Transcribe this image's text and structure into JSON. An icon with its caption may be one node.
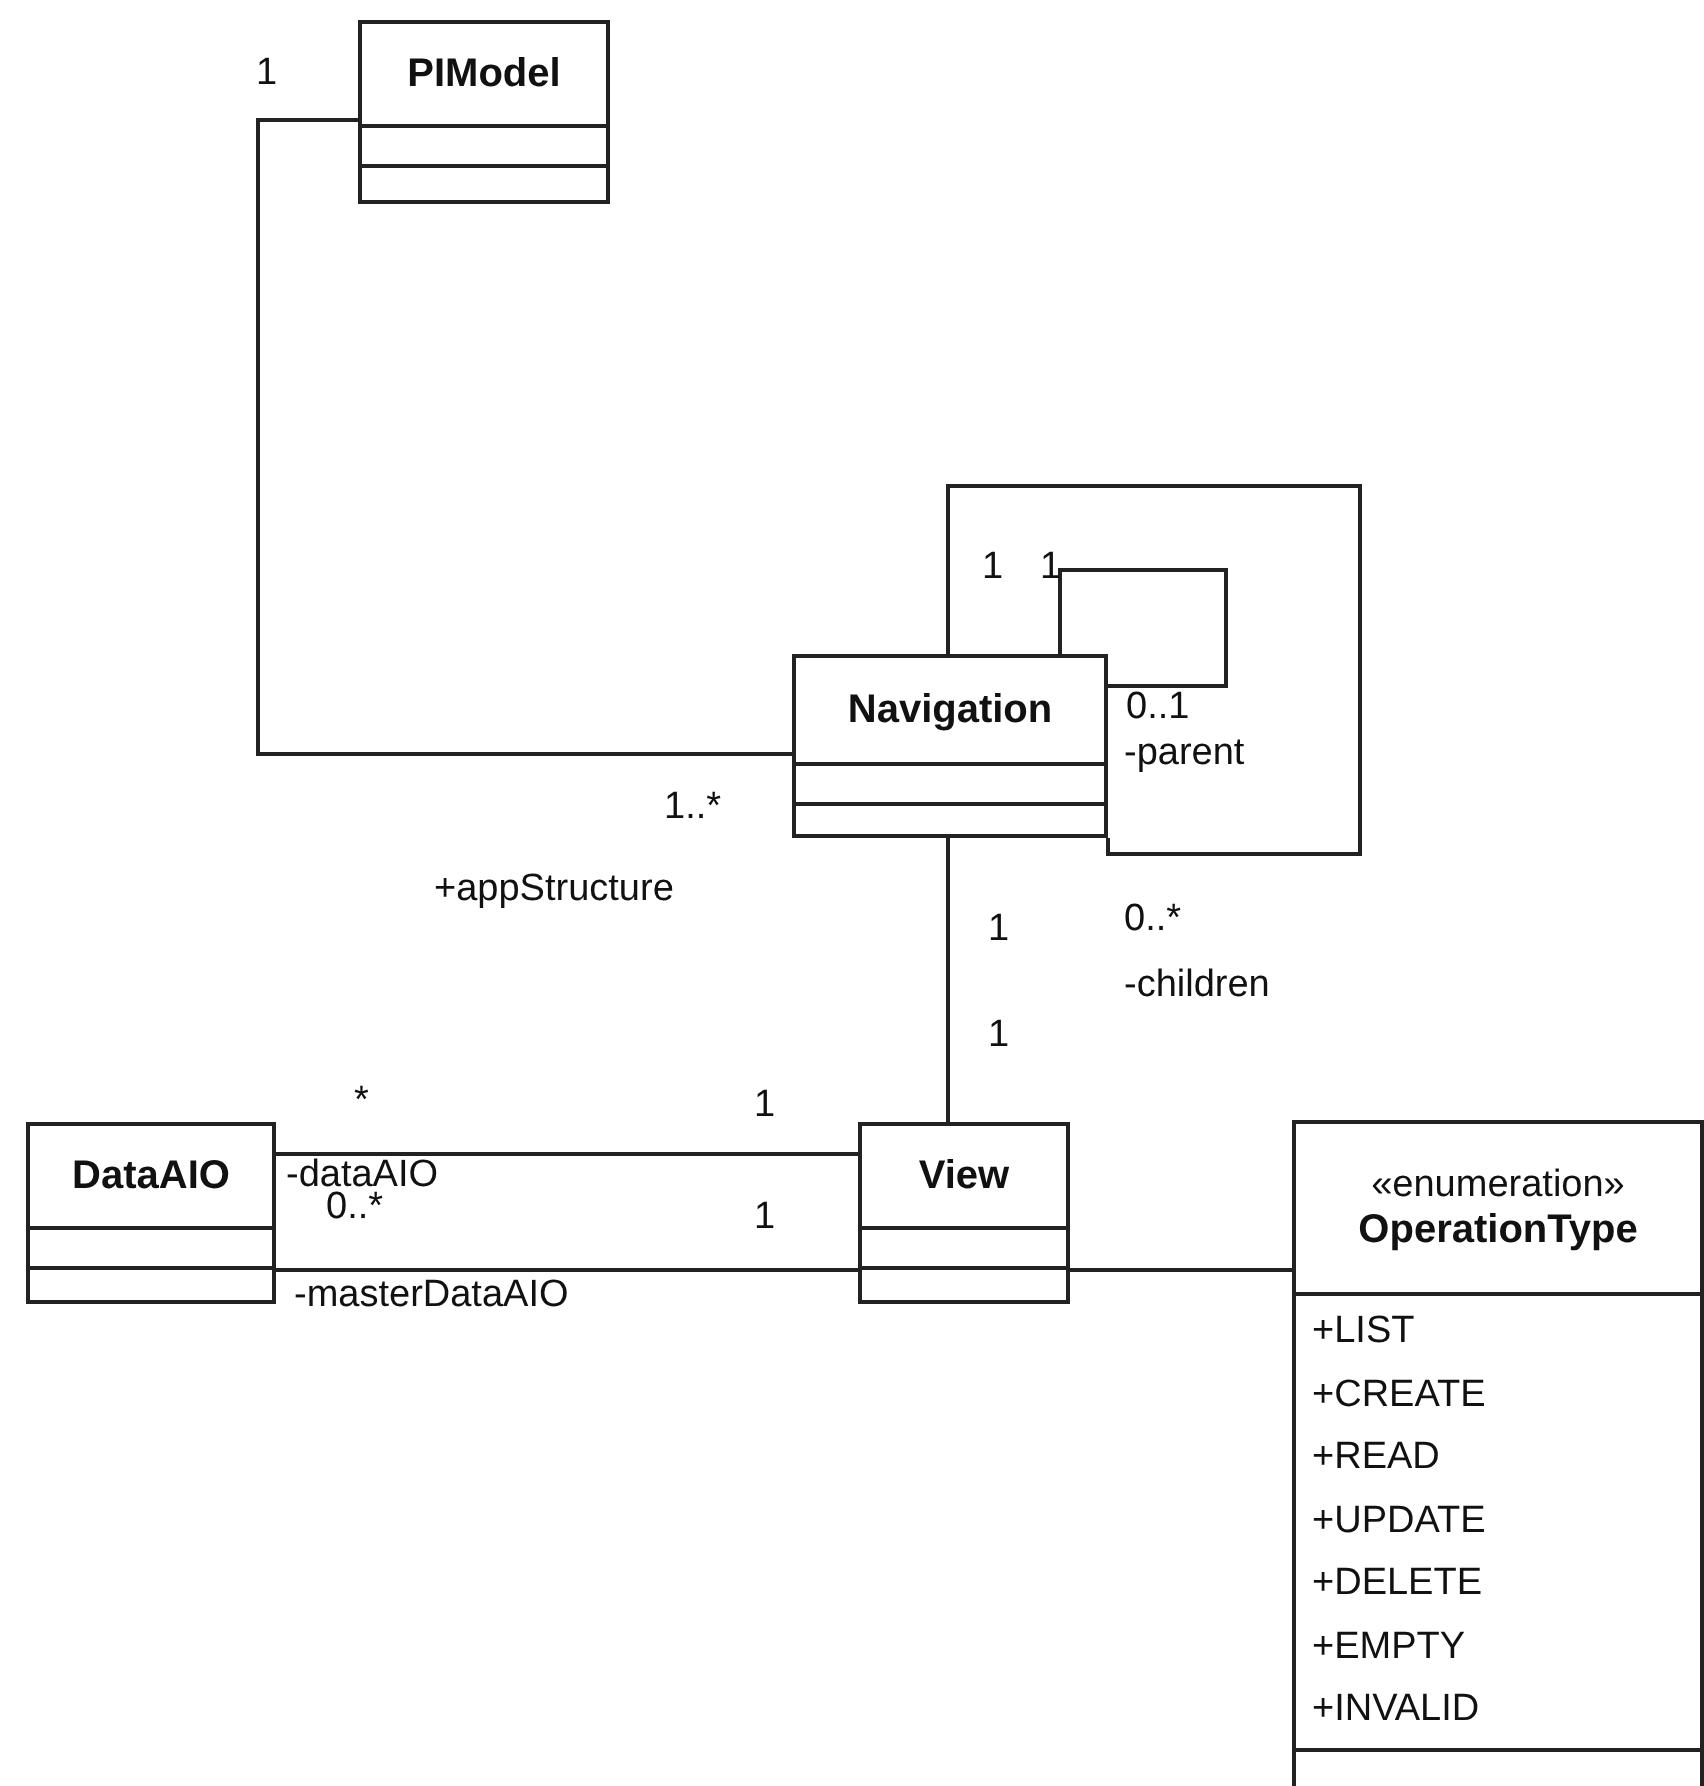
{
  "diagram": {
    "nodes": [
      {
        "text": [
          "PIModel"
        ]
      },
      {
        "text": [
          "Navigation"
        ]
      },
      {
        "text": [
          "DataAIO"
        ]
      },
      {
        "text": [
          "View"
        ]
      },
      {
        "text": [
          "«enumeration»",
          "OperationType",
          "+LIST",
          "+CREATE",
          "+READ",
          "+UPDATE",
          "+DELETE",
          "+EMPTY",
          "+INVALID"
        ]
      }
    ],
    "edges": [
      {
        "from": 0,
        "to": 1,
        "arrow": "none"
      },
      {
        "from": 1,
        "to": 1,
        "arrow": "none"
      },
      {
        "from": 1,
        "to": 1,
        "arrow": "none"
      },
      {
        "from": 1,
        "to": 3,
        "arrow": "none"
      },
      {
        "from": 2,
        "to": 3,
        "arrow": "none"
      },
      {
        "from": 2,
        "to": 3,
        "arrow": "none"
      },
      {
        "from": 3,
        "to": 4,
        "arrow": "none"
      }
    ],
    "labels": [
      "1",
      "1",
      "1",
      "0..1",
      "-parent",
      "1..*",
      "+appStructure",
      "1",
      "0..*",
      "-children",
      "1",
      "*",
      "1",
      "-dataAIO",
      "0..*",
      "1",
      "-masterDataAIO"
    ]
  }
}
